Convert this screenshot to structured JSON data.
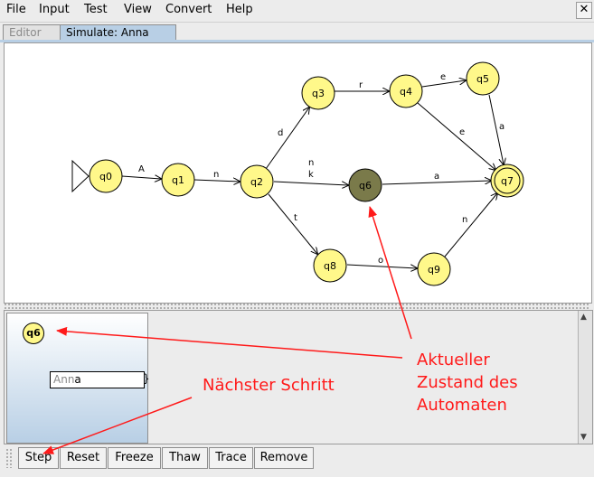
{
  "menubar": {
    "items": [
      "File",
      "Input",
      "Test",
      "View",
      "Convert",
      "Help"
    ],
    "close_label": "✕"
  },
  "tabs": {
    "editor": "Editor",
    "simulate": "Simulate: Anna"
  },
  "automaton": {
    "states": {
      "q0": "q0",
      "q1": "q1",
      "q2": "q2",
      "q3": "q3",
      "q4": "q4",
      "q5": "q5",
      "q6": "q6",
      "q7": "q7",
      "q8": "q8",
      "q9": "q9"
    },
    "transitions": {
      "q0_q1": "A",
      "q1_q2": "n",
      "q2_q3": "d",
      "q3_q4": "r",
      "q4_q5": "e",
      "q5_q7": "a",
      "q4_q7": "e",
      "q2_q6_a": "n",
      "q2_q6_b": "k",
      "q6_q7": "a",
      "q2_q8": "t",
      "q8_q9": "o",
      "q9_q7": "n"
    },
    "active_state": "q6",
    "colors": {
      "state_fill": "#fff88a",
      "active_fill": "#7a7a4a",
      "edge": "#000000"
    }
  },
  "configuration": {
    "state": "q6",
    "tape_read": "Ann",
    "tape_remaining": "a"
  },
  "toolbar": {
    "step": "Step",
    "reset": "Reset",
    "freeze": "Freeze",
    "thaw": "Thaw",
    "trace": "Trace",
    "remove": "Remove"
  },
  "annotations": {
    "next_step": "Nächster Schritt",
    "current_state": "Aktueller\nZustand des\nAutomaten",
    "color": "#ff1a1a"
  }
}
